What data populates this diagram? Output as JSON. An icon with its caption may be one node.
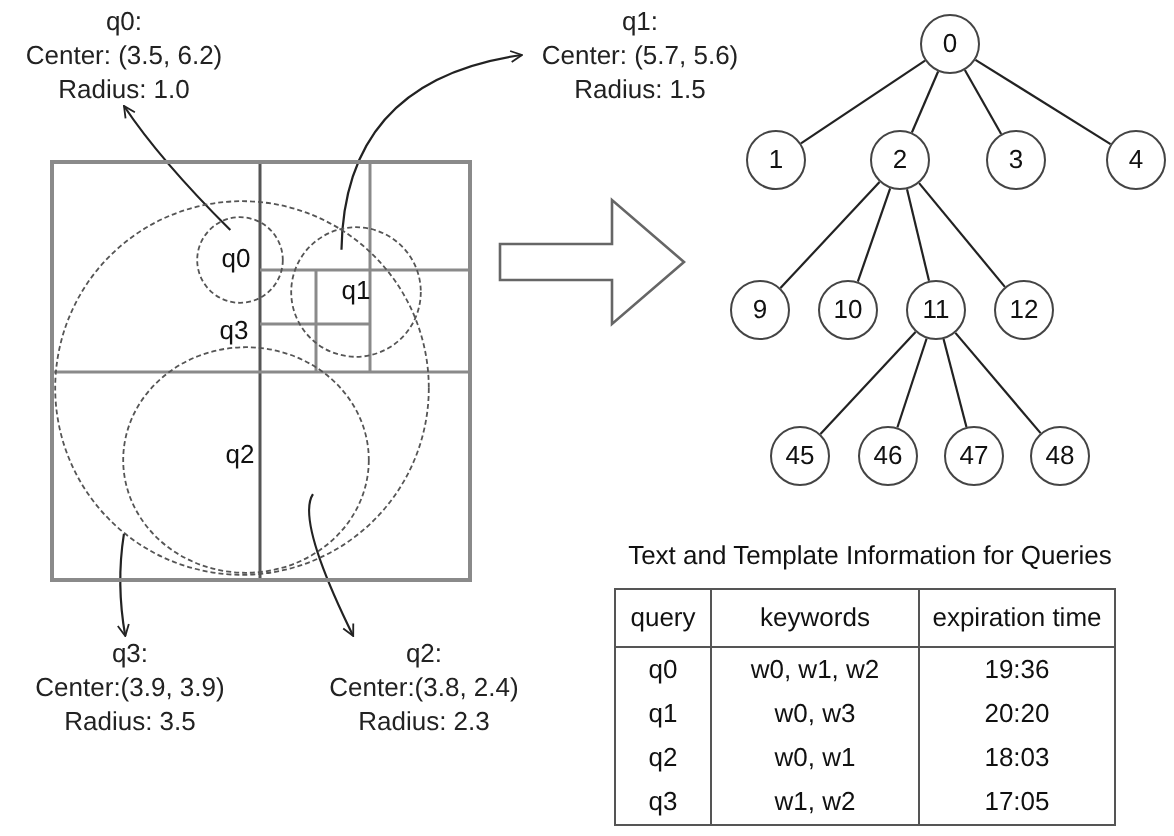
{
  "diagram": {
    "nodes": [
      {
        "text": [
          "q0:",
          "Center: (3.5, 6.2)",
          "Radius: 1.0"
        ]
      },
      {
        "text": [
          "q1:",
          "Center: (5.7, 5.6)",
          "Radius: 1.5"
        ]
      },
      {
        "text": [],
        "shape": "box"
      },
      {
        "text": [
          "q0"
        ],
        "in": 5
      },
      {
        "text": [
          "q1"
        ],
        "in": 5
      },
      {
        "text": [
          "q3"
        ],
        "in": 2
      },
      {
        "text": [
          "q2"
        ],
        "in": 5
      },
      {
        "text": [
          "q3:",
          "Center:(3.9, 3.9)",
          "Radius: 3.5"
        ]
      },
      {
        "text": [
          "q2:",
          "Center:(3.8, 2.4)",
          "Radius: 2.3"
        ]
      },
      {
        "text": [
          "0"
        ]
      },
      {
        "text": [
          "1"
        ]
      },
      {
        "text": [
          "2"
        ]
      },
      {
        "text": [
          "3"
        ]
      },
      {
        "text": [
          "4"
        ]
      },
      {
        "text": [
          "9"
        ]
      },
      {
        "text": [
          "10"
        ]
      },
      {
        "text": [
          "11"
        ]
      },
      {
        "text": [
          "12"
        ]
      },
      {
        "text": [
          "45"
        ]
      },
      {
        "text": [
          "46"
        ]
      },
      {
        "text": [
          "47"
        ]
      },
      {
        "text": [
          "48"
        ]
      }
    ],
    "edges": [
      {
        "from": 3,
        "to": 0,
        "arrow": "to"
      },
      {
        "from": 4,
        "to": 1,
        "arrow": "to"
      },
      {
        "from": 5,
        "to": 7,
        "arrow": "to"
      },
      {
        "from": 6,
        "to": 8,
        "arrow": "to"
      },
      {
        "from": 2,
        "to": null,
        "arrow": "to",
        "style": "thick"
      },
      {
        "from": 9,
        "to": 10,
        "arrow": "none"
      },
      {
        "from": 9,
        "to": 11,
        "arrow": "none"
      },
      {
        "from": 9,
        "to": 12,
        "arrow": "none"
      },
      {
        "from": 9,
        "to": 13,
        "arrow": "none"
      },
      {
        "from": 11,
        "to": 14,
        "arrow": "none"
      },
      {
        "from": 11,
        "to": 15,
        "arrow": "none"
      },
      {
        "from": 11,
        "to": 16,
        "arrow": "none"
      },
      {
        "from": 11,
        "to": 17,
        "arrow": "none"
      },
      {
        "from": 16,
        "to": 18,
        "arrow": "none"
      },
      {
        "from": 16,
        "to": 19,
        "arrow": "none"
      },
      {
        "from": 16,
        "to": 20,
        "arrow": "none"
      },
      {
        "from": 16,
        "to": 21,
        "arrow": "none"
      }
    ],
    "labels": [
      "Text and Template Information for Queries",
      "query",
      "keywords",
      "expiration time",
      "q0",
      "w0, w1, w2",
      "19:36",
      "q1",
      "w0, w3",
      "20:20",
      "q2",
      "w0, w1",
      "18:03",
      "q3",
      "w1, w2",
      "17:05"
    ]
  }
}
